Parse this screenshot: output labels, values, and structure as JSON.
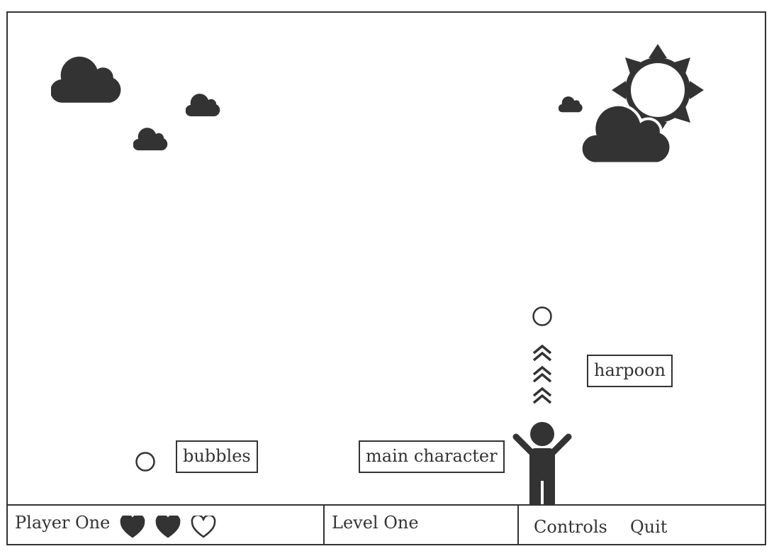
{
  "scene": {
    "labels": {
      "bubbles": "bubbles",
      "main_character": "main character",
      "harpoon": "harpoon"
    },
    "icons": {
      "cloud": "cloud-icon",
      "sun": "sun-icon",
      "bubble": "bubble-icon",
      "harpoon": "harpoon-chevron-icon",
      "character": "person-icon"
    }
  },
  "hud": {
    "player_label": "Player One",
    "lives_total": 3,
    "lives_remaining": 2,
    "level_label": "Level One",
    "controls_label": "Controls",
    "quit_label": "Quit"
  },
  "colors": {
    "ink": "#333333",
    "background": "#ffffff"
  }
}
